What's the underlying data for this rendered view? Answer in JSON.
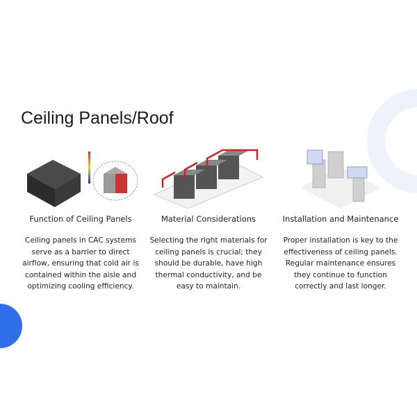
{
  "slide": {
    "title": "Ceiling Panels/Roof",
    "columns": [
      {
        "heading": "Function of Ceiling Panels",
        "text": "Ceiling panels in CAC systems serve as a barrier to direct airflow, ensuring that cold air is contained within the aisle and optimizing cooling efficiency.",
        "image": "containment-airflow-simulation"
      },
      {
        "heading": "Material Considerations",
        "text": "Selecting the right materials for ceiling panels is crucial; they should be durable, have high thermal conductivity, and be easy to maintain.",
        "image": "server-racks-with-red-ducts"
      },
      {
        "heading": "Installation and Maintenance",
        "text": "Proper installation is key to the effectiveness of ceiling panels. Regular maintenance ensures they continue to function correctly and last longer.",
        "image": "aisle-containment-frame"
      }
    ]
  },
  "colors": {
    "accent": "#2f6fe8",
    "arc": "#eef3fb"
  }
}
